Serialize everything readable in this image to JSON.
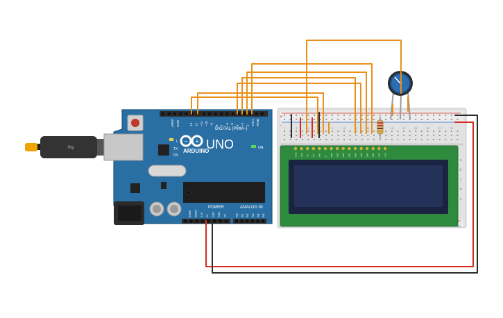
{
  "circuit": {
    "colors": {
      "board": "#2a6fa3",
      "board_dark": "#1e5680",
      "wire_orange": "#e8901a",
      "wire_red": "#d42b1e",
      "wire_black": "#2b2b2b",
      "breadboard": "#e6e6e6",
      "lcd_pcb": "#2e8b3e",
      "lcd_screen": "#24325a",
      "pot_knob": "#2e6db0"
    },
    "arduino": {
      "logo_text": "ARDUINO",
      "model": "UNO",
      "digital_label": "DIGITAL (PWM~)",
      "power_label": "POWER",
      "analog_label": "ANALOG IN",
      "on_label": "ON",
      "tx_label": "TX",
      "rx_label": "RX",
      "l_label": "L",
      "aref_label": "AREF",
      "gnd_label": "GND",
      "digital_pins": [
        "13",
        "12",
        "~11",
        "~10",
        "~9",
        "8",
        "7",
        "~6",
        "~5",
        "4",
        "~3",
        "2",
        "TX▸1",
        "RX◂0"
      ],
      "power_pins": [
        "IOREF",
        "RESET",
        "3.3V",
        "5V",
        "GND",
        "GND",
        "Vin"
      ],
      "analog_pins": [
        "A0",
        "A1",
        "A2",
        "A3",
        "A4",
        "A5"
      ]
    },
    "breadboard": {
      "plus": "+",
      "minus": "-",
      "column_numbers": [
        "1",
        "3",
        "5",
        "7",
        "9",
        "11",
        "13",
        "15",
        "17",
        "19",
        "21",
        "23",
        "25",
        "27",
        "29"
      ],
      "row_letters": [
        "a",
        "b",
        "c",
        "d",
        "e"
      ]
    },
    "lcd": {
      "pin_labels": [
        "GND",
        "VCC",
        "V0",
        "RS",
        "RW",
        "E",
        "DB0",
        "DB1",
        "DB2",
        "DB3",
        "DB4",
        "DB5",
        "DB6",
        "DB7",
        "LED",
        "LED"
      ]
    }
  }
}
